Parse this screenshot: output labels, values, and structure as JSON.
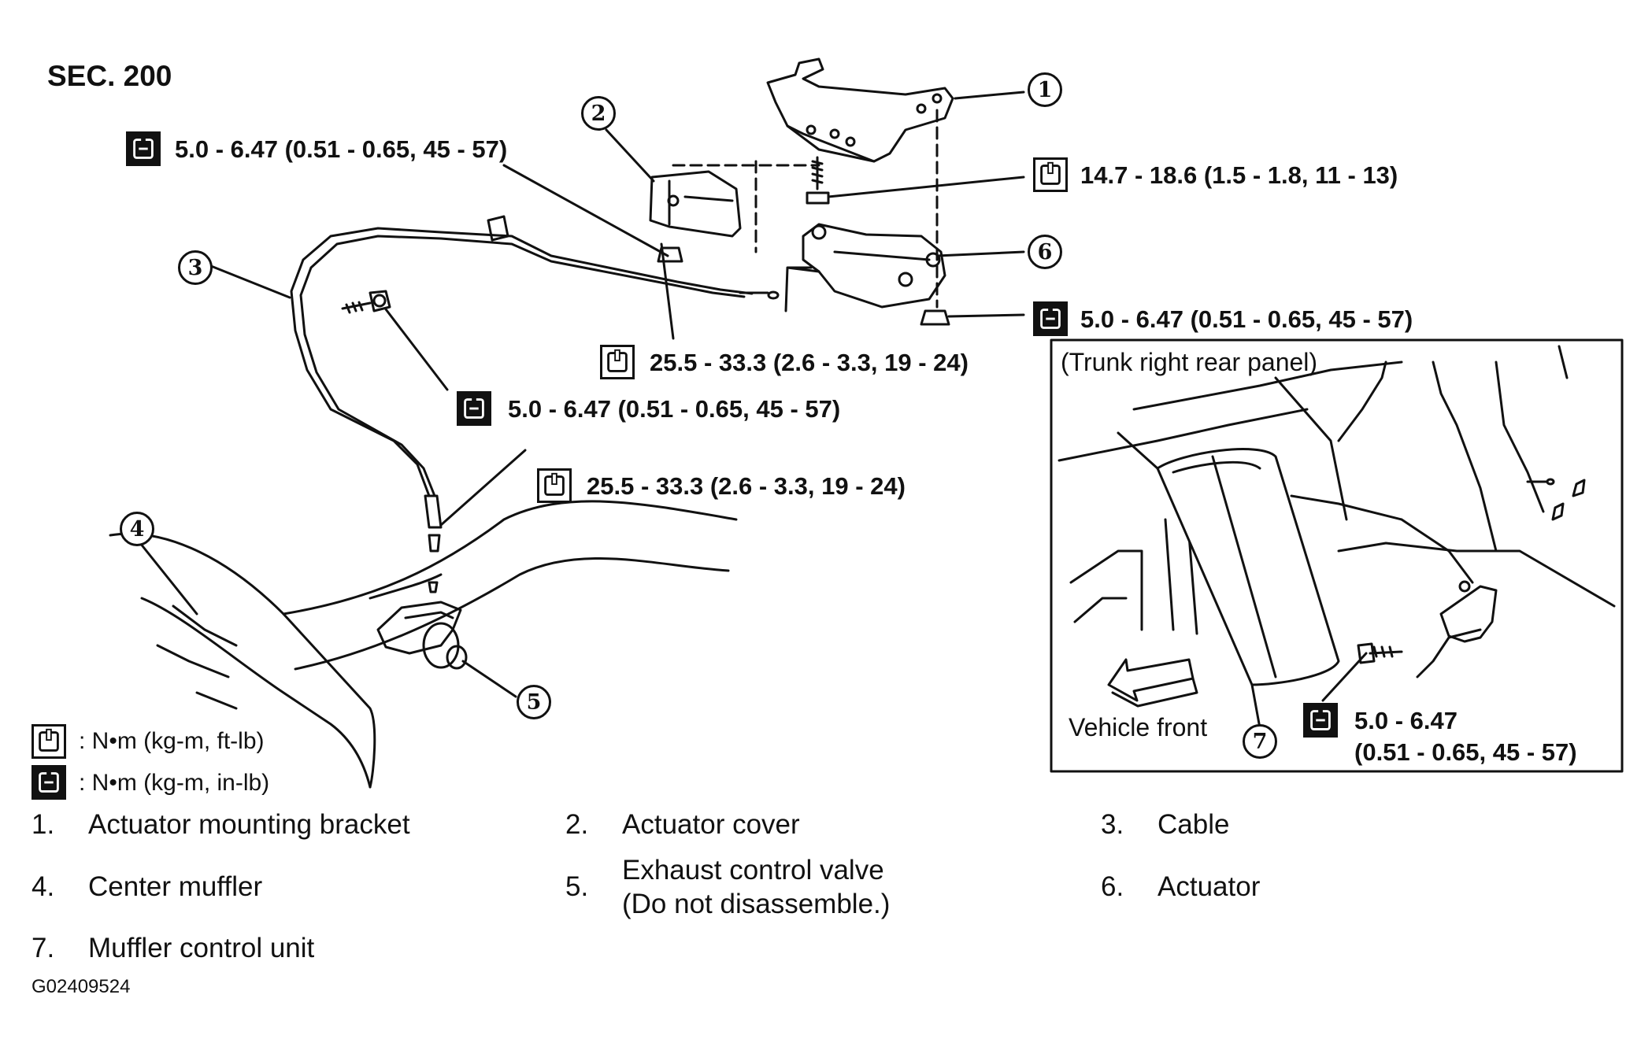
{
  "section": "SEC. 200",
  "torques": {
    "t1": "5.0 - 6.47 (0.51 - 0.65, 45 - 57)",
    "t2": "14.7 - 18.6 (1.5 - 1.8, 11 - 13)",
    "t3": "5.0 - 6.47 (0.51 - 0.65, 45 - 57)",
    "t4": "25.5 - 33.3 (2.6 - 3.3, 19 - 24)",
    "t5": "5.0 - 6.47 (0.51 - 0.65, 45 - 57)",
    "t6": "25.5 - 33.3 (2.6 - 3.3, 19 - 24)",
    "t7_line1": "5.0 - 6.47",
    "t7_line2": "(0.51 - 0.65, 45 - 57)"
  },
  "callouts": [
    "1",
    "2",
    "3",
    "4",
    "5",
    "6",
    "7"
  ],
  "inset": {
    "title": "(Trunk right rear panel)",
    "direction_label": "Vehicle front"
  },
  "legend": {
    "unit_ftlb": ": N•m  (kg-m,  ft-lb)",
    "unit_inlb": ": N•m  (kg-m,  in-lb)"
  },
  "parts": [
    {
      "num": "1.",
      "name": "Actuator mounting bracket"
    },
    {
      "num": "2.",
      "name": "Actuator cover"
    },
    {
      "num": "3.",
      "name": "Cable"
    },
    {
      "num": "4.",
      "name": "Center muffler"
    },
    {
      "num": "5.",
      "name": "Exhaust control valve",
      "name2": "(Do not disassemble.)"
    },
    {
      "num": "6.",
      "name": "Actuator"
    },
    {
      "num": "7.",
      "name": "Muffler control unit"
    }
  ],
  "figure_code": "G02409524",
  "icons": {
    "torque_wrench_open": "torque-ftlb-icon",
    "torque_wrench_filled": "torque-inlb-icon",
    "direction_arrow": "vehicle-front-arrow-icon"
  }
}
